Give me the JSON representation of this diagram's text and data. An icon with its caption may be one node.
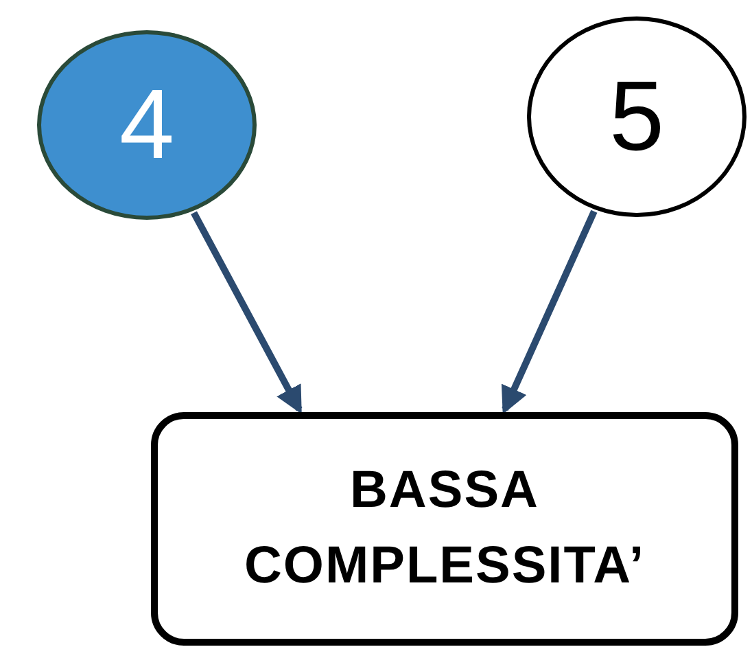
{
  "diagram": {
    "nodes": [
      {
        "text": [
          "4"
        ]
      },
      {
        "text": [
          "5"
        ]
      },
      {
        "text": [
          "BASSA COMPLESSITA’"
        ]
      }
    ],
    "edges": [
      {
        "from": 0,
        "to": 2,
        "arrow": "to"
      },
      {
        "from": 1,
        "to": 2,
        "arrow": "to"
      }
    ]
  }
}
